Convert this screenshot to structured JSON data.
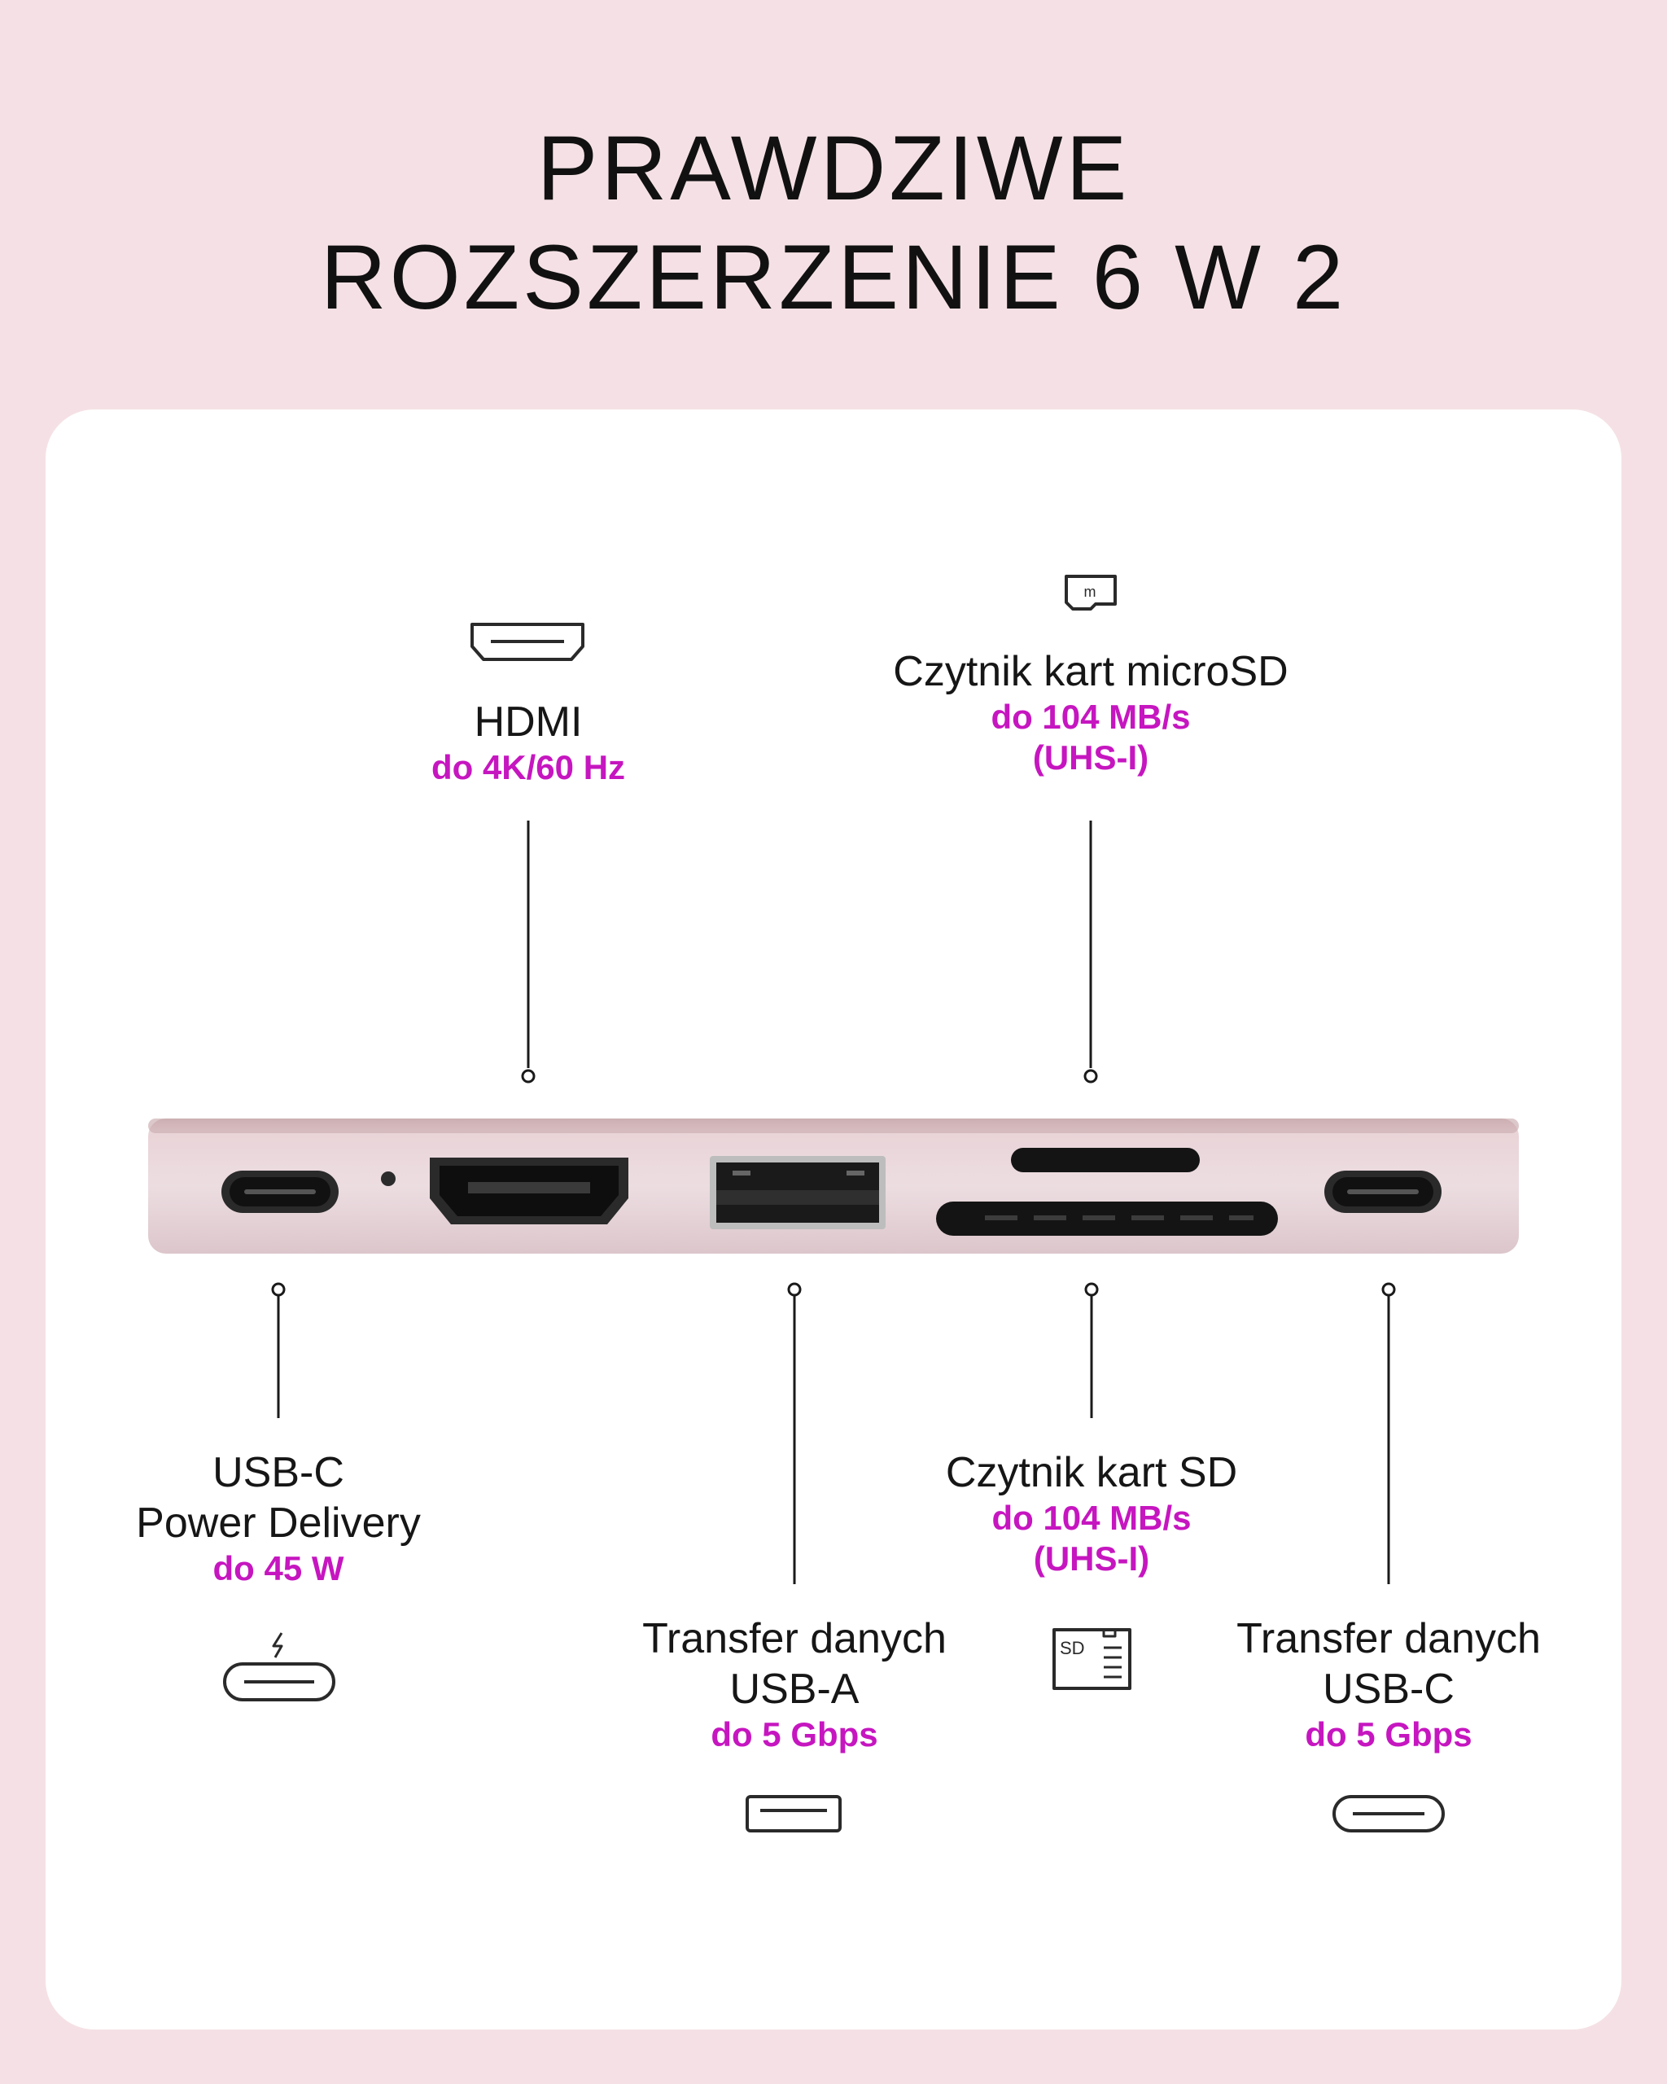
{
  "title": {
    "line1": "PRAWDZIWE",
    "line2": "ROZSZERZENIE 6 W 2"
  },
  "colors": {
    "background": "#f5e1e5",
    "card": "#ffffff",
    "accent": "#c616c0",
    "hub_body": "#e8d5da"
  },
  "ports": {
    "hdmi": {
      "name": "HDMI",
      "spec": "do 4K/60 Hz",
      "icon": "hdmi-port-icon"
    },
    "microsd": {
      "name": "Czytnik kart microSD",
      "spec1": "do 104 MB/s",
      "spec2": "(UHS-I)",
      "icon": "microsd-card-icon"
    },
    "usbc_pd": {
      "name1": "USB-C",
      "name2": "Power Delivery",
      "spec": "do 45 W",
      "icon": "usb-c-charging-icon"
    },
    "usba": {
      "name1": "Transfer danych",
      "name2": "USB-A",
      "spec": "do 5 Gbps",
      "icon": "usb-a-port-icon"
    },
    "sd": {
      "name": "Czytnik kart SD",
      "spec1": "do 104 MB/s",
      "spec2": "(UHS-I)",
      "icon": "sd-card-icon",
      "icon_text": "SD"
    },
    "usbc_data": {
      "name1": "Transfer danych",
      "name2": "USB-C",
      "spec": "do 5 Gbps",
      "icon": "usb-c-port-icon"
    }
  }
}
